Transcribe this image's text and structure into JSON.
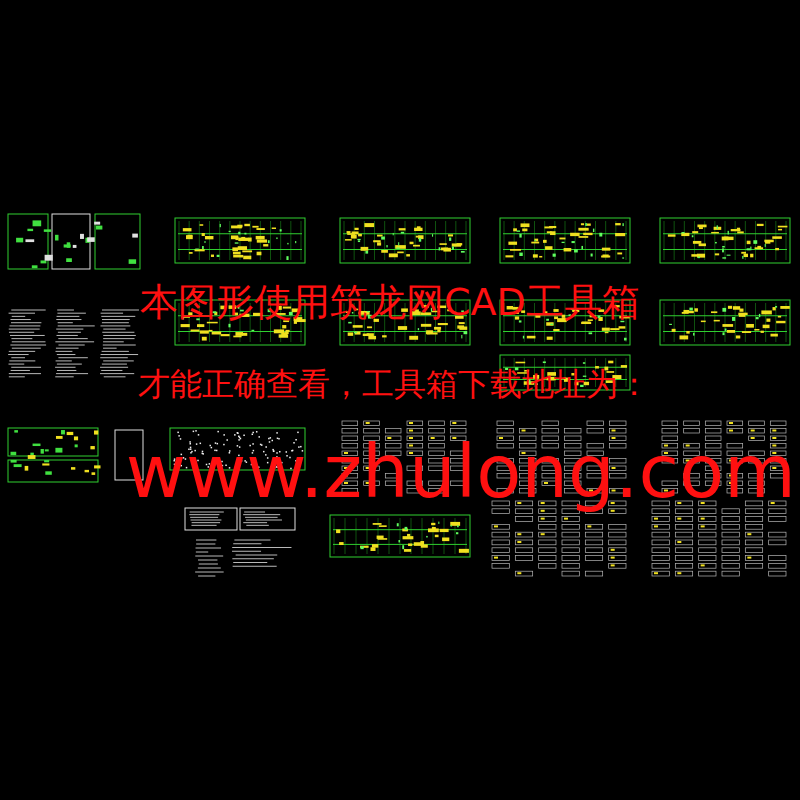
{
  "diagram": {
    "labels": [
      "本图形使用筑龙网CAD工具箱",
      "才能正确查看，工具箱下载地址为：",
      "www.zhulong.com"
    ]
  }
}
